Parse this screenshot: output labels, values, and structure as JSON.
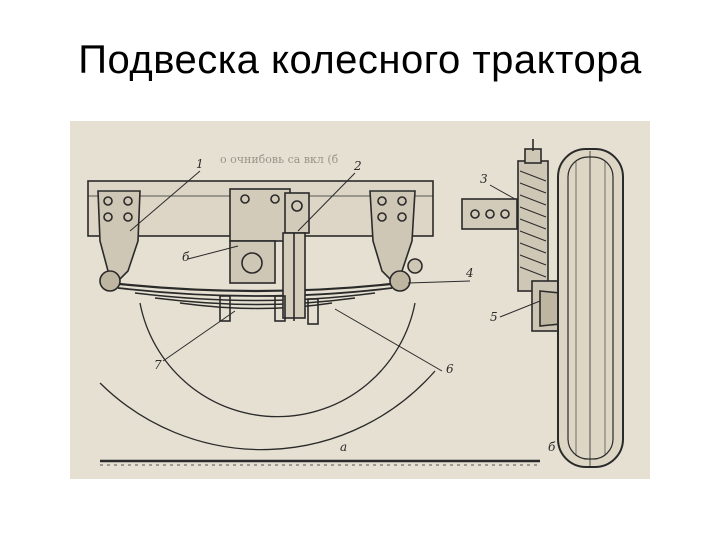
{
  "slide": {
    "title": "Подвеска колесного трактора"
  },
  "figure": {
    "caption_line": "о очнибовь са вкл (б",
    "callouts": {
      "c1": "1",
      "c2": "2",
      "c3": "3",
      "c4": "4",
      "c5": "5",
      "c6": "6",
      "c7": "7",
      "cb": "б",
      "view_a": "а",
      "view_b": "б"
    }
  },
  "colors": {
    "paper": "#e8e3d6",
    "ink": "#2a2a2a",
    "slide_bg": "#ffffff"
  }
}
